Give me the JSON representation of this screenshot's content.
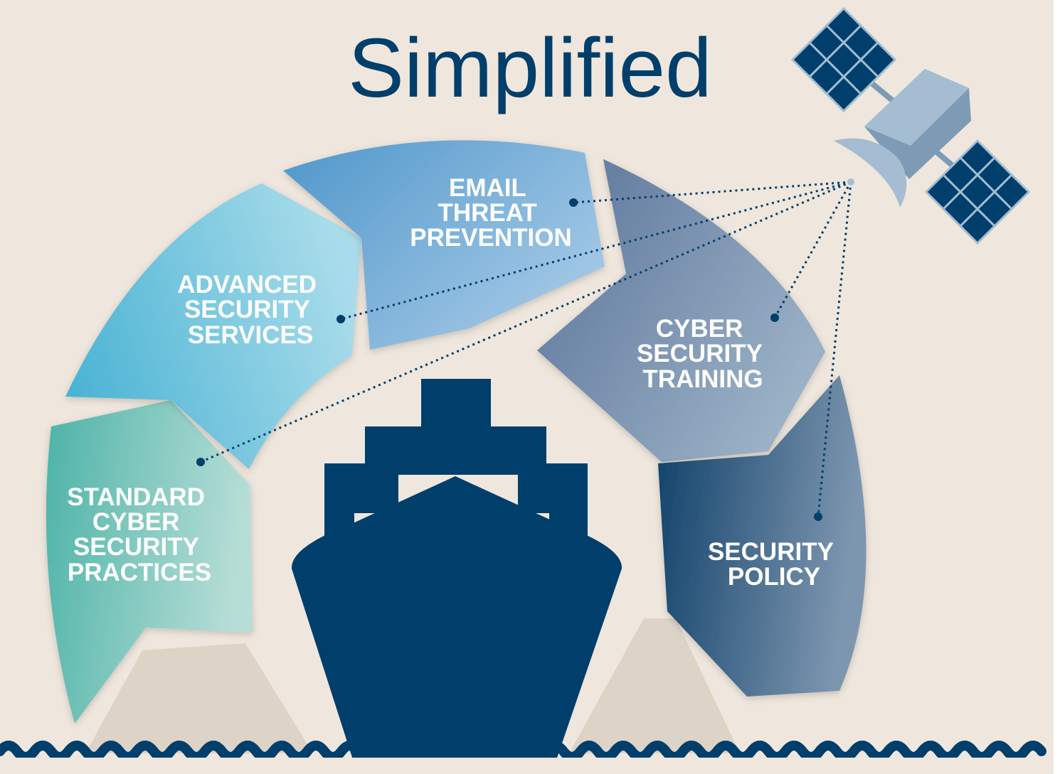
{
  "title": {
    "partial_line": "",
    "main": "Simplified"
  },
  "segments": [
    {
      "id": "standard",
      "lines": [
        "STANDARD",
        "CYBER",
        "SECURITY",
        "PRACTICES"
      ],
      "color_from": "#4db3a8",
      "color_to": "#b7ded6"
    },
    {
      "id": "advanced",
      "lines": [
        "ADVANCED",
        "SECURITY",
        "SERVICES"
      ],
      "color_from": "#47b2d3",
      "color_to": "#a9dcea"
    },
    {
      "id": "email",
      "lines": [
        "EMAIL",
        "THREAT",
        "PREVENTION"
      ],
      "color_from": "#4f97cb",
      "color_to": "#a5c9e6"
    },
    {
      "id": "training",
      "lines": [
        "CYBER",
        "SECURITY",
        "TRAINING"
      ],
      "color_from": "#5a7399",
      "color_to": "#9ab1c6"
    },
    {
      "id": "policy",
      "lines": [
        "SECURITY",
        "POLICY"
      ],
      "color_from": "#0f4068",
      "color_to": "#7d96b0"
    }
  ],
  "colors": {
    "background": "#efe7dd",
    "navy": "#003f6b",
    "satellite_body": "#7d9bb4",
    "satellite_light": "#a4bdd2",
    "hills": "#ddd3c7"
  },
  "icons": {
    "ship": "ship-icon",
    "satellite": "satellite-icon",
    "waves": "wave-icon"
  }
}
